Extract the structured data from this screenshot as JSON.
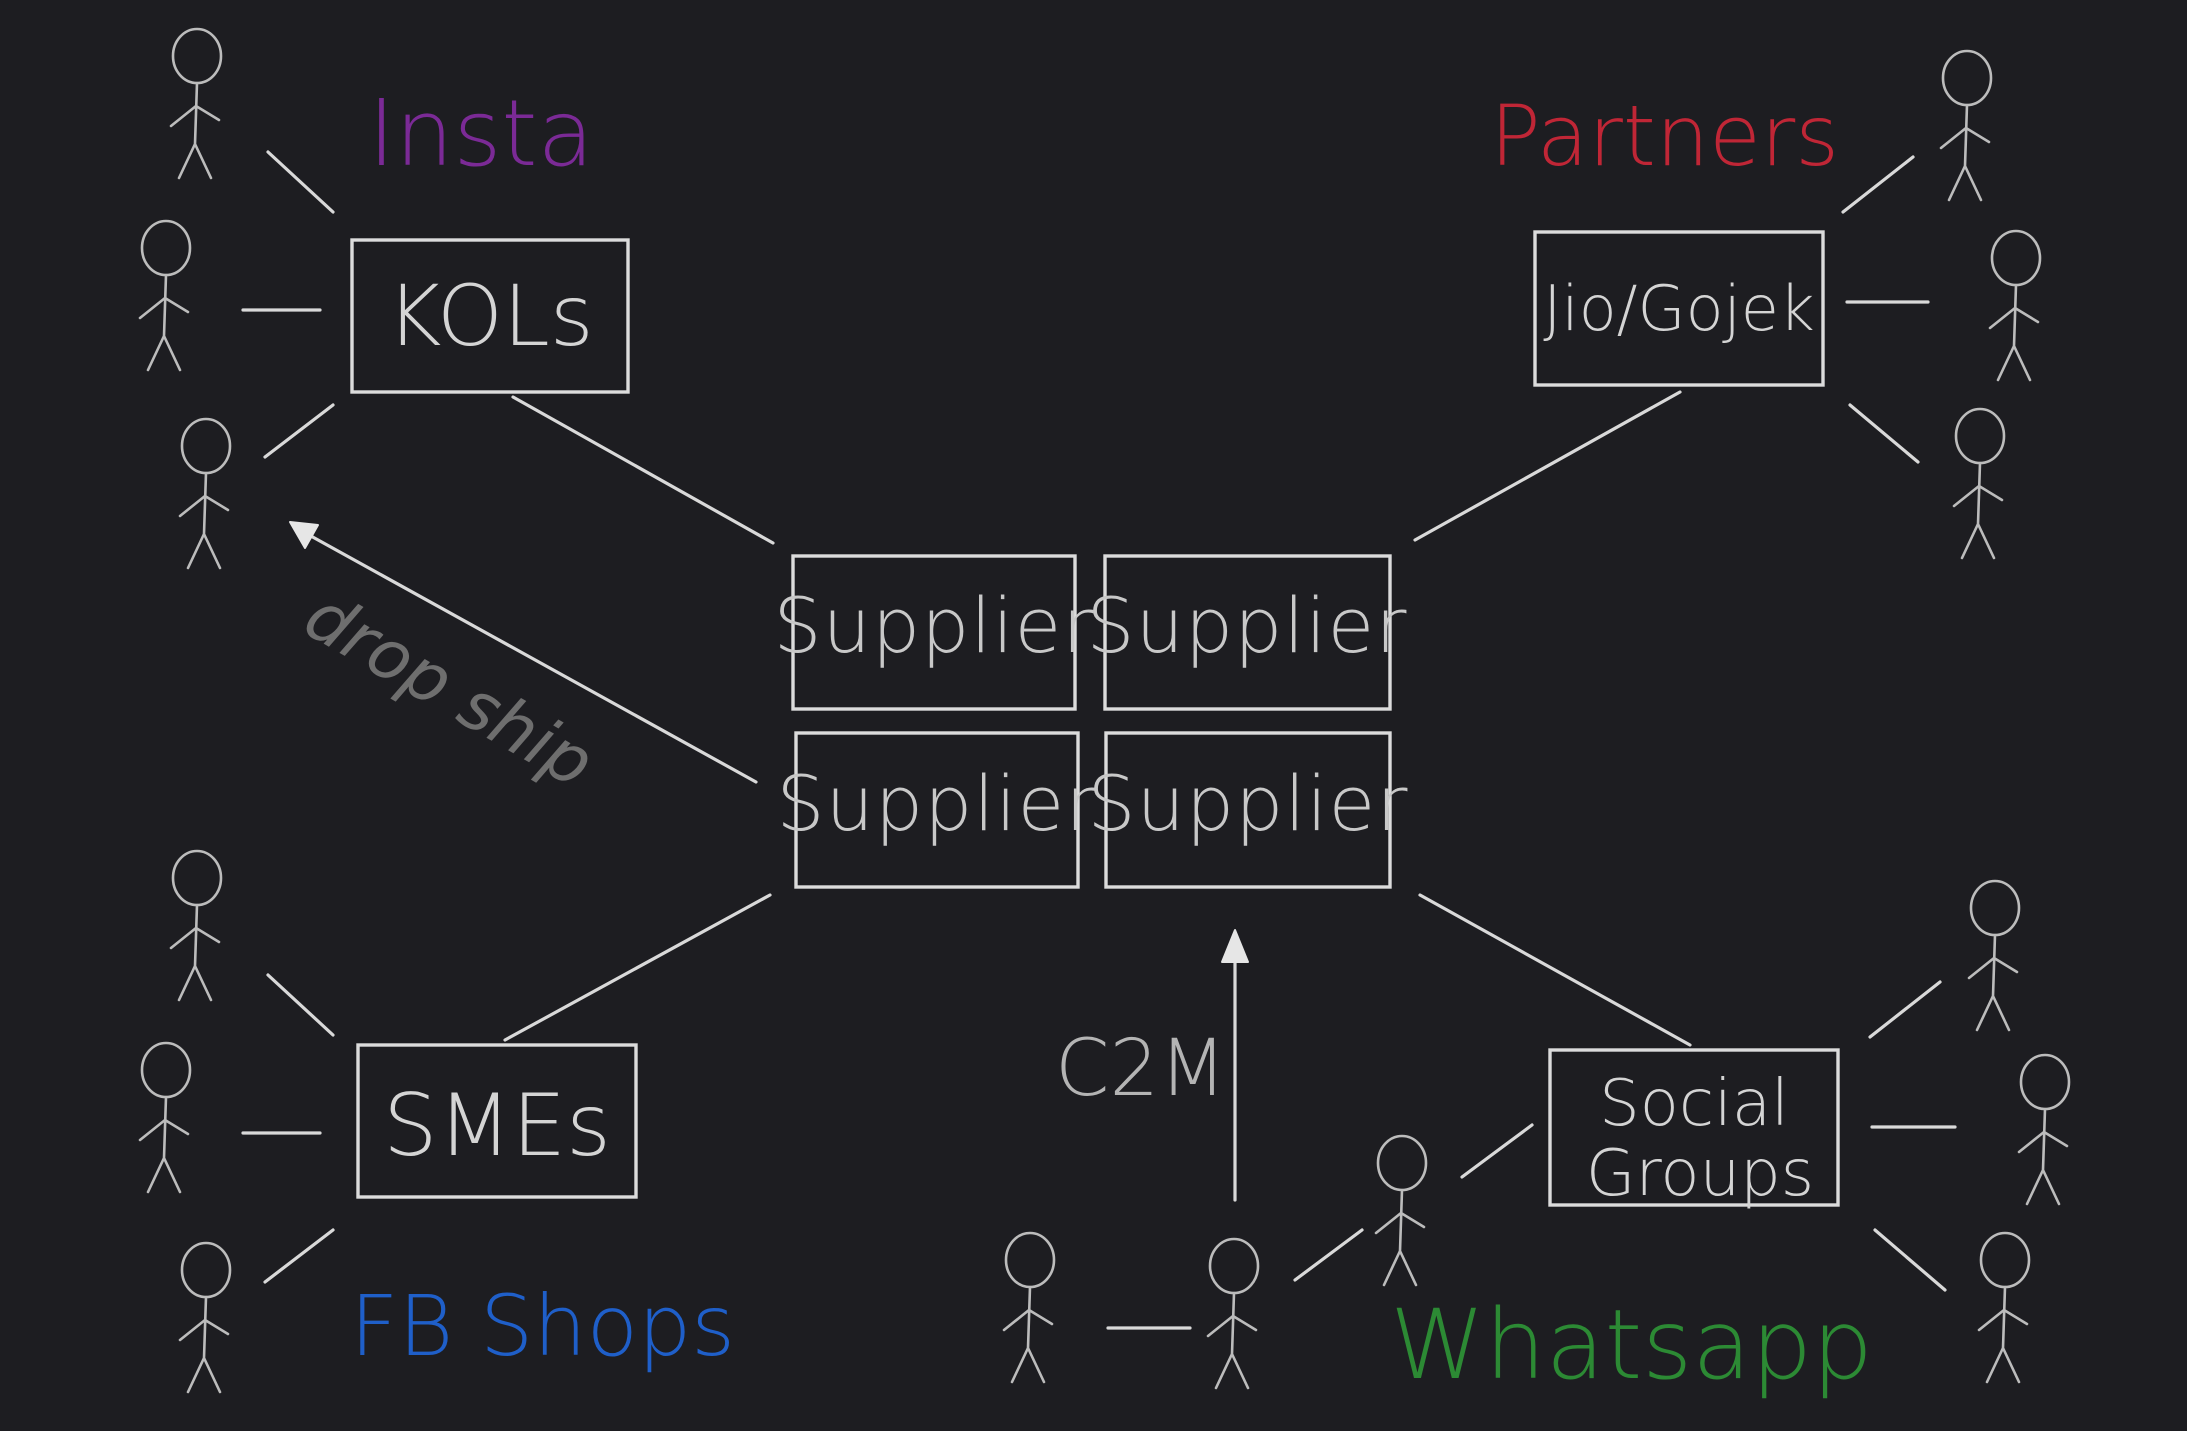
{
  "groups": {
    "insta": {
      "label": "Insta",
      "color": "#7b2a96"
    },
    "partners": {
      "label": "Partners",
      "color": "#c02636"
    },
    "fb_shops": {
      "label": "FB Shops",
      "color": "#1f5fc9"
    },
    "whatsapp": {
      "label": "Whatsapp",
      "color": "#2c8a34"
    }
  },
  "boxes": {
    "kols": "KOLs",
    "jio_gojek": "Jio/Gojek",
    "smes": "SMEs",
    "social_groups_line1": "Social",
    "social_groups_line2": "Groups"
  },
  "suppliers": [
    "Supplier",
    "Supplier",
    "Supplier",
    "Supplier"
  ],
  "annotations": {
    "drop_ship": "drop ship",
    "c2m": "C2M"
  }
}
